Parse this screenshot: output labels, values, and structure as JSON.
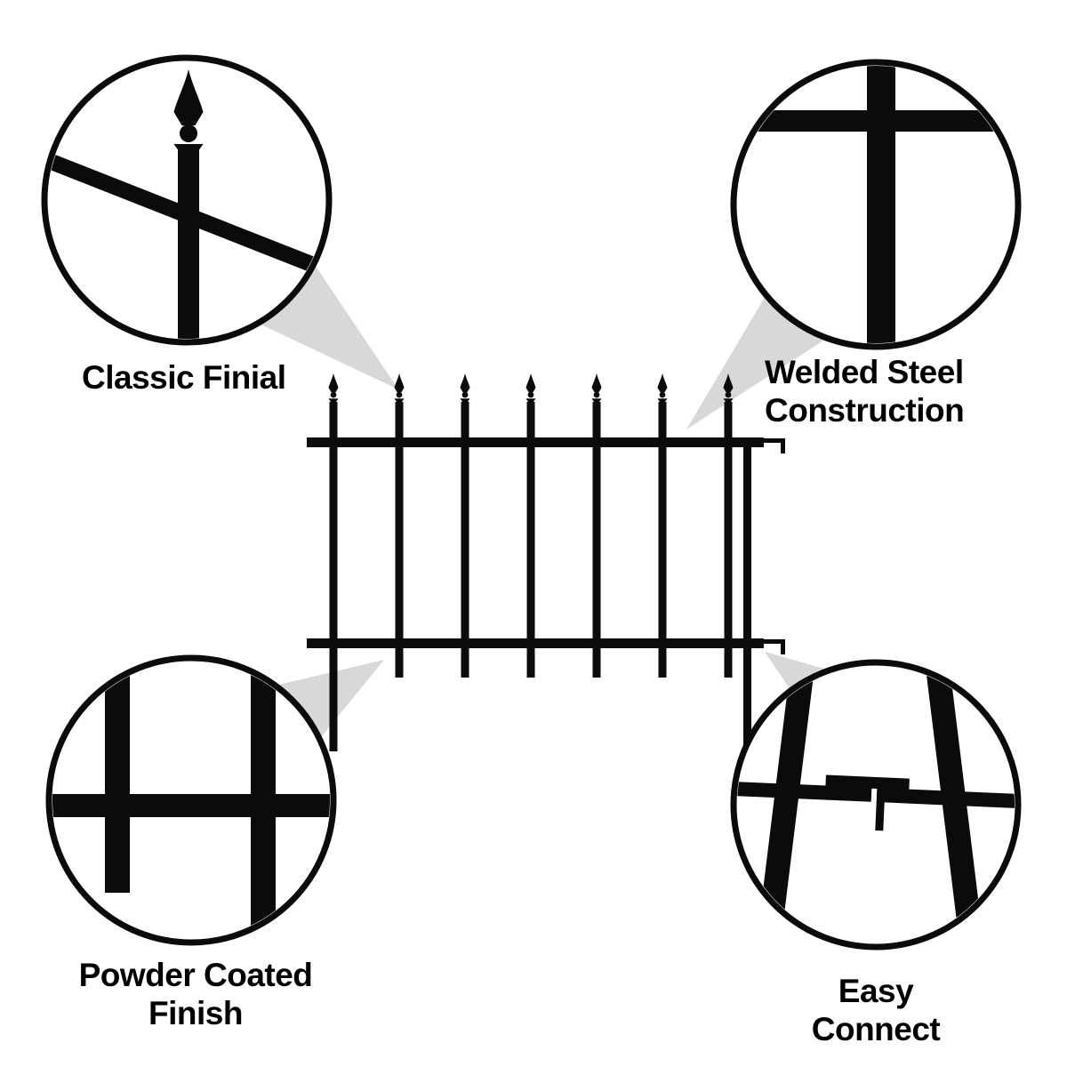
{
  "page": {
    "background": "#ffffff"
  },
  "diagram": {
    "colors": {
      "metal": "#0b0b0b",
      "wedge": "#d8d8d8",
      "circle_fill": "#ffffff",
      "text": "#000000"
    },
    "callouts": {
      "top_left": {
        "label": "Classic Finial",
        "icon": "finial-closeup-icon"
      },
      "top_right": {
        "line1": "Welded Steel",
        "line2": "Construction",
        "icon": "welded-joint-closeup-icon"
      },
      "bottom_left": {
        "line1": "Powder Coated",
        "line2": "Finish",
        "icon": "coated-bars-closeup-icon"
      },
      "bottom_right": {
        "line1": "Easy",
        "line2": "Connect",
        "icon": "connector-closeup-icon"
      }
    },
    "fence": {
      "picket_count": 7,
      "finial_count": 7,
      "rail_count": 2,
      "hook_count": 2
    }
  }
}
